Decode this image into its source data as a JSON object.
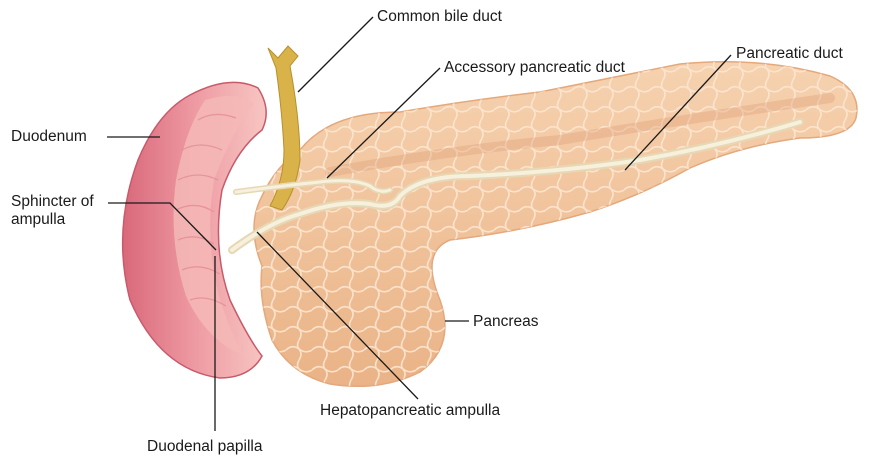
{
  "labels": {
    "common_bile_duct": "Common bile duct",
    "accessory_pancreatic_duct": "Accessory pancreatic duct",
    "pancreatic_duct": "Pancreatic duct",
    "duodenum": "Duodenum",
    "sphincter_of_ampulla": "Sphincter of ampulla",
    "pancreas": "Pancreas",
    "hepatopancreatic_ampulla": "Hepatopancreatic ampulla",
    "duodenal_papilla": "Duodenal papilla"
  },
  "colors": {
    "pancreas_fill": "#f2c7a0",
    "pancreas_lobule_line": "#f8e2cc",
    "duodenum_outer": "#e07a86",
    "duodenum_inner": "#f3b3b6",
    "duct": "#f3ecd2",
    "bile_duct": "#d9b24a",
    "leader_line": "#1a1a1a"
  }
}
